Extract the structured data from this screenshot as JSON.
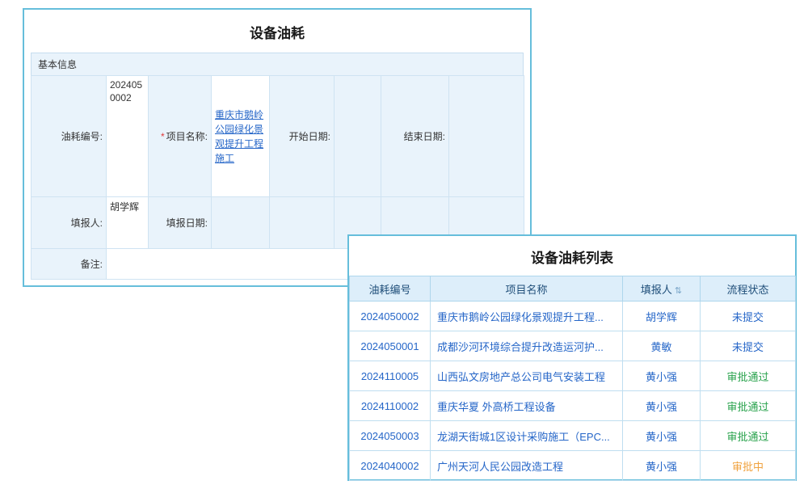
{
  "form": {
    "title": "设备油耗",
    "section": "基本信息",
    "required_mark": "*",
    "labels": {
      "fuel_no": "油耗编号:",
      "project": "项目名称:",
      "start_date": "开始日期:",
      "end_date": "结束日期:",
      "reporter": "填报人:",
      "report_date": "填报日期:",
      "remark": "备注:"
    },
    "values": {
      "fuel_no": "2024050002",
      "project": "重庆市鹅岭公园绿化景观提升工程施工",
      "reporter": "胡学辉"
    }
  },
  "list": {
    "title": "设备油耗列表",
    "columns": [
      "油耗编号",
      "项目名称",
      "填报人",
      "流程状态"
    ],
    "sort_icon": "⇅",
    "rows": [
      {
        "no": "2024050002",
        "project": "重庆市鹅岭公园绿化景观提升工程...",
        "reporter": "胡学辉",
        "status": "未提交",
        "status_color": "#2566c8"
      },
      {
        "no": "2024050001",
        "project": "成都沙河环境综合提升改造运河护...",
        "reporter": "黄敏",
        "status": "未提交",
        "status_color": "#2566c8"
      },
      {
        "no": "2024110005",
        "project": "山西弘文房地产总公司电气安装工程",
        "reporter": "黄小强",
        "status": "审批通过",
        "status_color": "#28a24c"
      },
      {
        "no": "2024110002",
        "project": "重庆华夏 外高桥工程设备",
        "reporter": "黄小强",
        "status": "审批通过",
        "status_color": "#28a24c"
      },
      {
        "no": "2024050003",
        "project": "龙湖天街城1区设计采购施工（EPC...",
        "reporter": "黄小强",
        "status": "审批通过",
        "status_color": "#28a24c"
      },
      {
        "no": "2024040002",
        "project": "广州天河人民公园改造工程",
        "reporter": "黄小强",
        "status": "审批中",
        "status_color": "#f0a23e"
      }
    ],
    "colors": {
      "link": "#2566c8",
      "approved": "#28a24c",
      "in_review": "#f0a23e",
      "panel_border": "#66bedb",
      "header_bg": "#ddeefa"
    }
  }
}
